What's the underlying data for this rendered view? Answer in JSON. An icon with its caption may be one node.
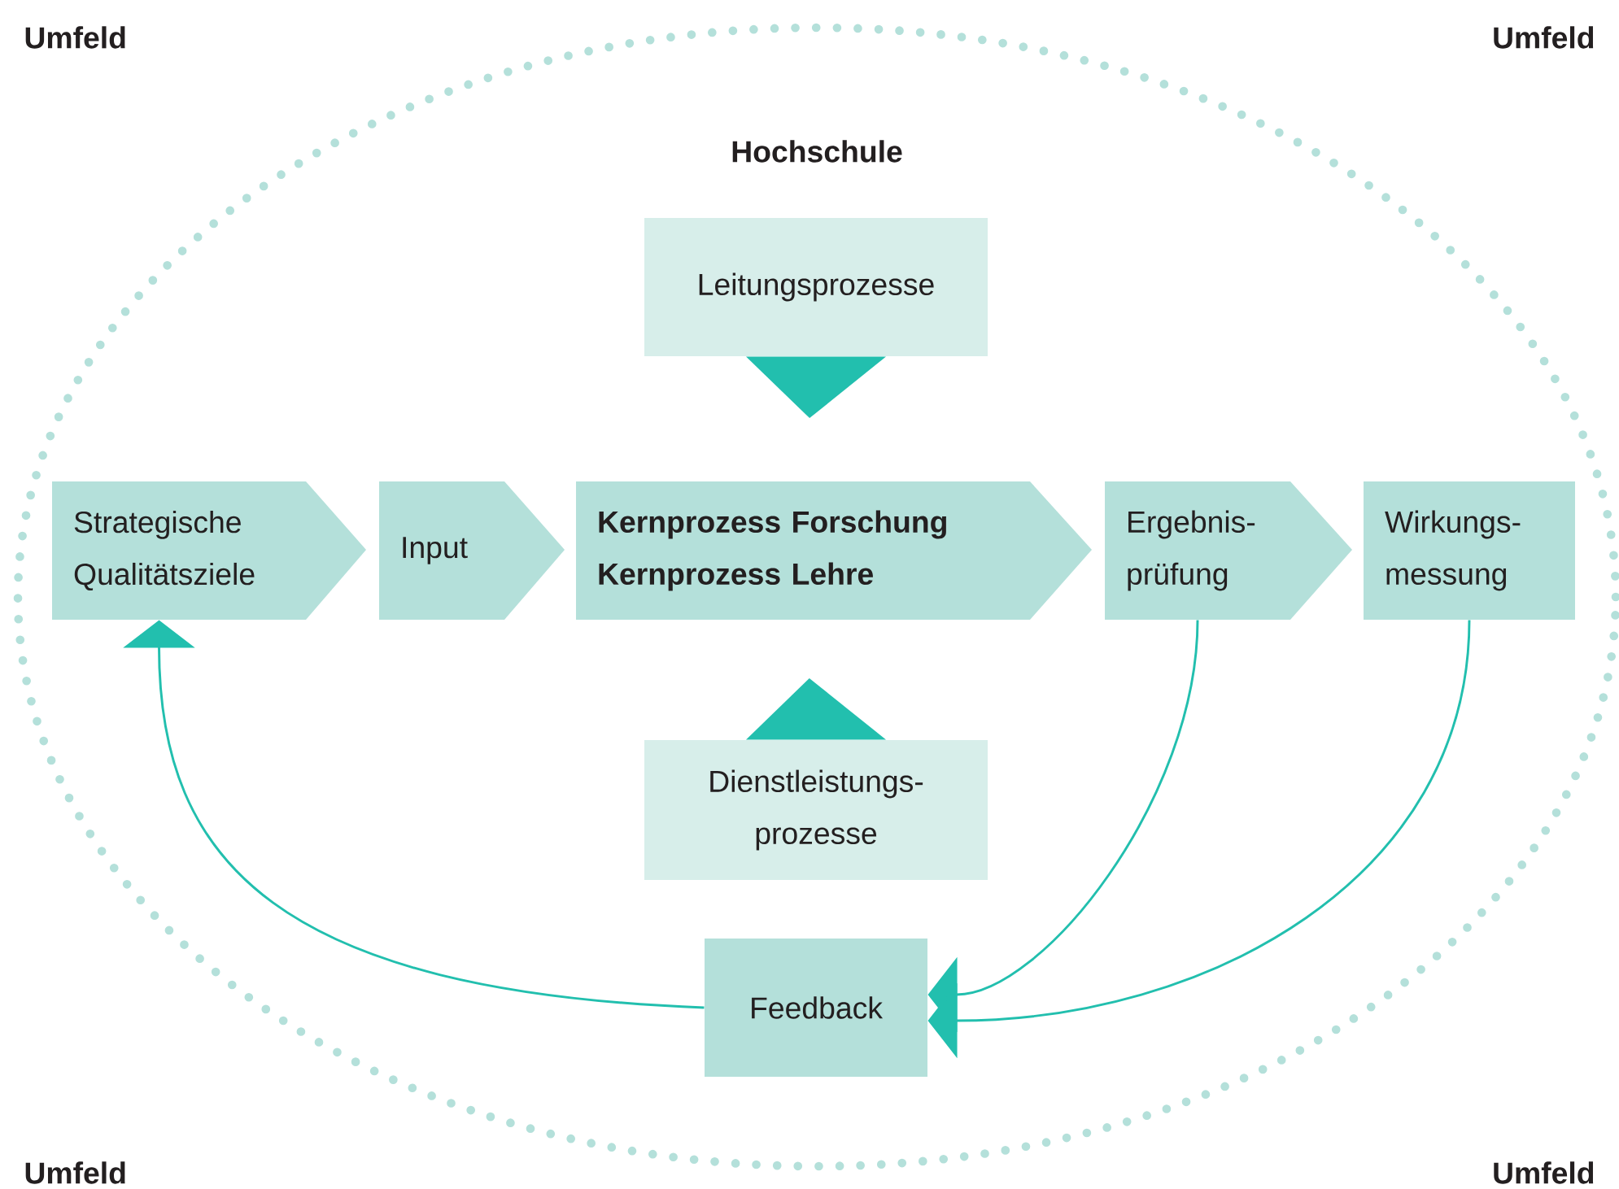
{
  "diagram": {
    "nodes": [
      {
        "text": [
          "Hochschule"
        ]
      },
      {
        "text": [
          "Strategische Qualitätsziele"
        ],
        "in": 0
      },
      {
        "text": [
          "Input"
        ],
        "in": 0
      },
      {
        "text": [
          "Kernprozess Forschung",
          "Kernprozess Lehre"
        ],
        "in": 0
      },
      {
        "text": [
          "Ergebnis- prüfung"
        ],
        "in": 0
      },
      {
        "text": [
          "Wirkungs- messung"
        ],
        "in": 0
      },
      {
        "text": [
          "Leitungsprozesse"
        ],
        "in": 0
      },
      {
        "text": [
          "Dienstleistungs- prozesse"
        ],
        "in": 0
      },
      {
        "text": [
          "Feedback"
        ],
        "in": 0
      }
    ],
    "edges": [
      {
        "from": 6,
        "to": 3,
        "arrow": "to"
      },
      {
        "from": 7,
        "to": 3,
        "arrow": "to"
      },
      {
        "from": 4,
        "to": 8,
        "arrow": "to"
      },
      {
        "from": 5,
        "to": 8,
        "arrow": "to"
      },
      {
        "from": 8,
        "to": 1,
        "arrow": "to"
      }
    ],
    "labels": [
      "Umfeld",
      "Umfeld",
      "Umfeld",
      "Umfeld"
    ]
  }
}
